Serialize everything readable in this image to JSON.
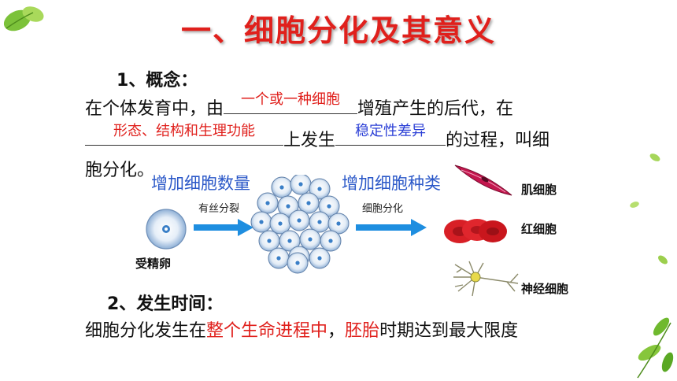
{
  "title": "一、细胞分化及其意义",
  "section1": {
    "heading": "1、概念：",
    "line1_pre": "在个体发育中，由",
    "blank1": "一个或一种细胞",
    "line1_post": "增殖产生的后代，在",
    "blank2": "形态、结构和生理功能",
    "line2_mid": "上发生",
    "blank3": "稳定性差异",
    "line2_post": "的过程，叫细",
    "line3": "胞分化。"
  },
  "diagram": {
    "label_increase_number": "增加细胞数量",
    "label_increase_types": "增加细胞种类",
    "arrow1_label": "有丝分裂",
    "arrow2_label": "细胞分化",
    "zygote_label": "受精卵",
    "cells": [
      "肌细胞",
      "红细胞",
      "神经细胞"
    ]
  },
  "section2": {
    "heading": "2、发生时间：",
    "text_pre": "细胞分化发生在",
    "text_red1": "整个生命进程中",
    "text_mid": "，",
    "text_red2": "胚胎",
    "text_post": "时期达到最大限度"
  },
  "colors": {
    "title": "#e0201c",
    "accent_red": "#e0201c",
    "accent_blue": "#2b3fd6",
    "arrow": "#1e8ee0"
  }
}
